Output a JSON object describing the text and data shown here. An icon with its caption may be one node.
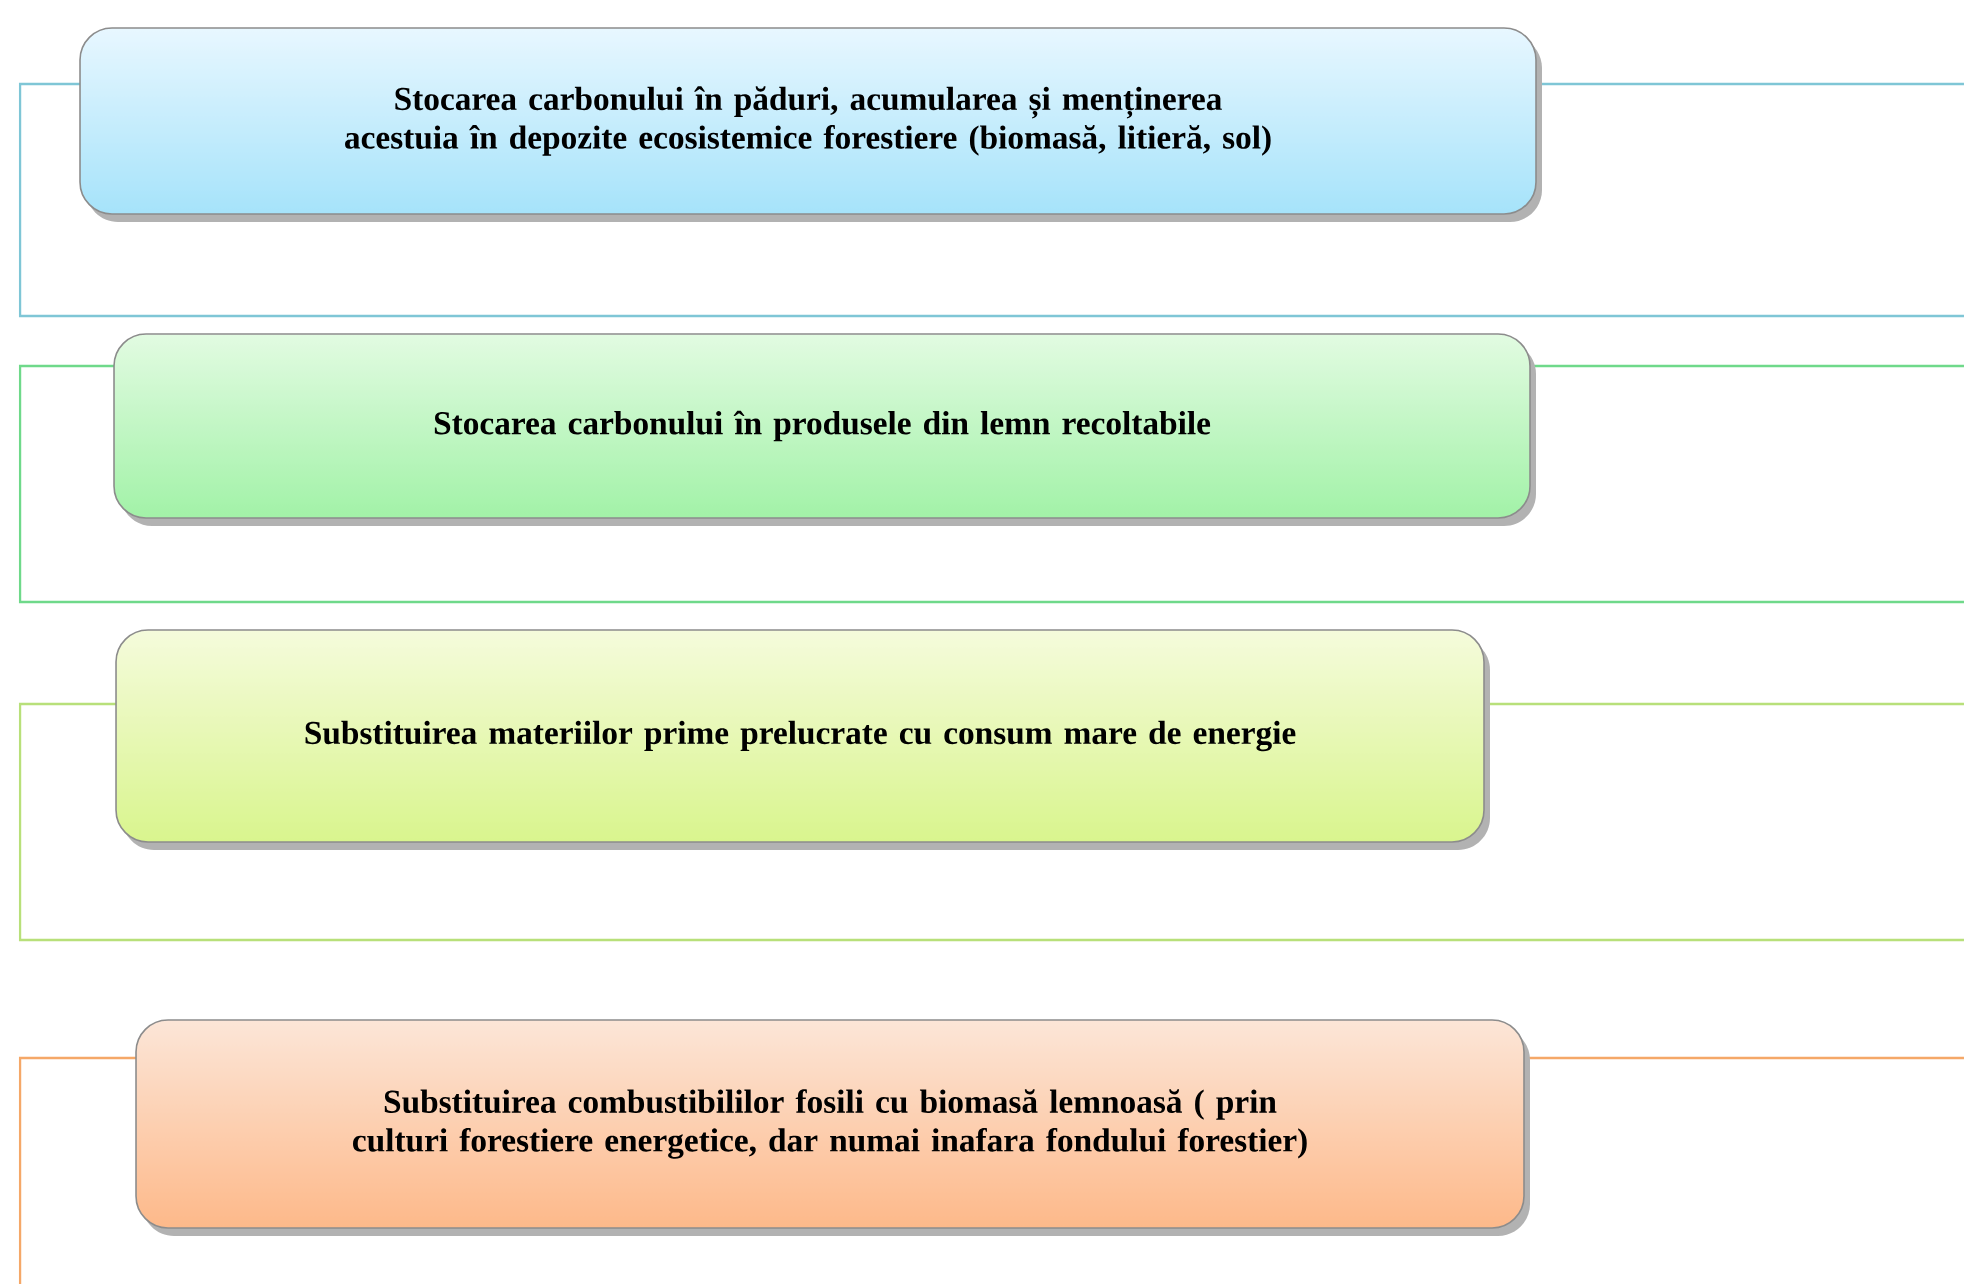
{
  "diagram": {
    "nodes": [
      {
        "text": [
          "Stocarea carbonului în păduri, acumularea și menținerea acestuia în depozite ecosistemice forestiere (biomasă, litieră, sol)"
        ]
      },
      {
        "text": [
          "Stocarea carbonului în produsele din lemn recoltabile"
        ]
      },
      {
        "text": [
          "Substituirea materiilor prime prelucrate cu consum mare de energie"
        ]
      },
      {
        "text": [
          "Substituirea combustibililor fosili cu biomasă lemnoasă ( prin culturi forestiere energetice, dar numai inafara fondului forestier)"
        ]
      }
    ]
  }
}
